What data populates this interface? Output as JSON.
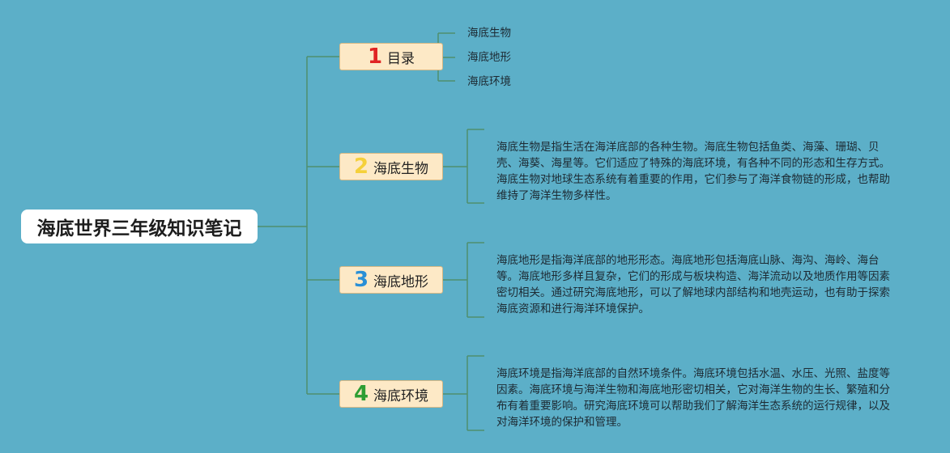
{
  "root": {
    "title": "海底世界三年级知识笔记"
  },
  "branches": [
    {
      "number": "1",
      "label": "目录",
      "number_color": "#e02424",
      "children": [
        "海底生物",
        "海底地形",
        "海底环境"
      ]
    },
    {
      "number": "2",
      "label": "海底生物",
      "number_color": "#f5d03a",
      "text": "海底生物是指生活在海洋底部的各种生物。海底生物包括鱼类、海藻、珊瑚、贝壳、海葵、海星等。它们适应了特殊的海底环境，有各种不同的形态和生存方式。海底生物对地球生态系统有着重要的作用，它们参与了海洋食物链的形成，也帮助维持了海洋生物多样性。"
    },
    {
      "number": "3",
      "label": "海底地形",
      "number_color": "#2a8fd6",
      "text": "海底地形是指海洋底部的地形形态。海底地形包括海底山脉、海沟、海岭、海台等。海底地形多样且复杂，它们的形成与板块构造、海洋流动以及地质作用等因素密切相关。通过研究海底地形，可以了解地球内部结构和地壳运动，也有助于探索海底资源和进行海洋环境保护。"
    },
    {
      "number": "4",
      "label": "海底环境",
      "number_color": "#2e9e33",
      "text": "海底环境是指海洋底部的自然环境条件。海底环境包括水温、水压、光照、盐度等因素。海底环境与海洋生物和海底地形密切相关，它对海洋生物的生长、繁殖和分布有着重要影响。研究海底环境可以帮助我们了解海洋生态系统的运行规律，以及对海洋环境的保护和管理。"
    }
  ],
  "colors": {
    "background": "#5cafc8",
    "connector": "#4f8f6e",
    "branch_fill": "#fde9c6"
  }
}
